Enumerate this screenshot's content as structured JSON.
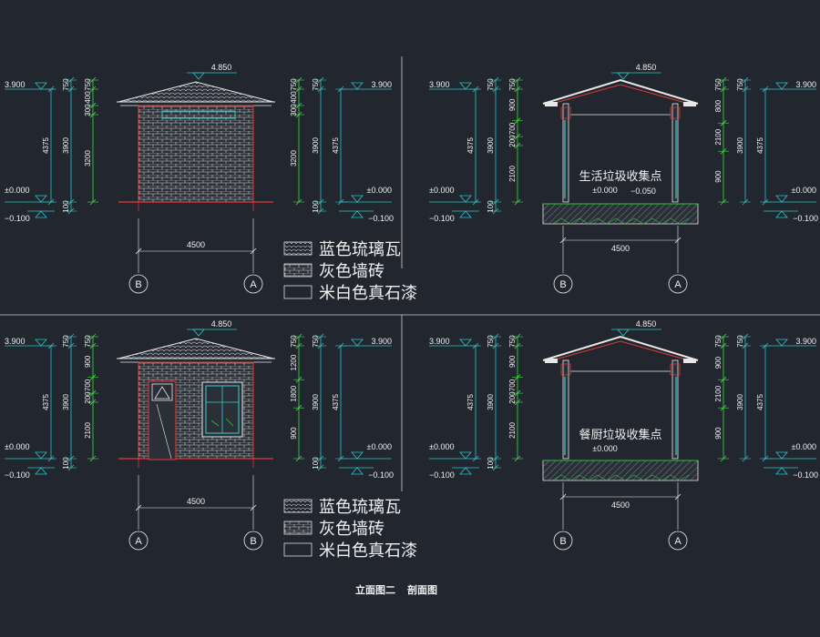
{
  "colors": {
    "background": "#21262f",
    "dim": "#28c7c7",
    "dim_green": "#3fe03f",
    "level_text": "#f0f0f0",
    "wall": "#e53935",
    "brick": "#d8d8d8",
    "roof": "#e8e8e8",
    "glass": "#35d0d0",
    "section_hatch": "#5a6b6f",
    "ground_green": "#2fbf3a"
  },
  "elevation_top_left": {
    "ridge_level": "4.850",
    "left_level": "3.900",
    "right_level": "3.900",
    "zero_left": "±0.000",
    "zero_right": "±0.000",
    "ground_left": "−0.100",
    "ground_right": "−0.100",
    "width": "4500",
    "axis_left": "B",
    "axis_right": "A",
    "left_dims_outer": [
      "4375"
    ],
    "left_dims_mid": [
      "750",
      "3900",
      "100"
    ],
    "left_dims_inner": [
      "750",
      "400",
      "300",
      "3200"
    ],
    "right_dims_inner": [
      "750",
      "400",
      "300",
      "3200"
    ],
    "right_dims_mid": [
      "750",
      "3900",
      "100"
    ],
    "right_dims_outer": [
      "4375"
    ]
  },
  "section_top_right": {
    "ridge_level": "4.850",
    "left_level": "3.900",
    "right_level": "3.900",
    "zero_left": "±0.000",
    "zero_right": "±0.000",
    "ground_left": "−0.100",
    "ground_right": "−0.100",
    "room_name": "生活垃圾收集点",
    "floor_level": "±0.000",
    "floor_level_b": "−0.050",
    "width": "4500",
    "axis_left": "B",
    "axis_right": "A",
    "left_dims_outer": [
      "4375"
    ],
    "left_dims_mid": [
      "750",
      "3900",
      "100"
    ],
    "left_dims_inner": [
      "750",
      "900",
      "700",
      "200",
      "2100"
    ],
    "right_dims_inner": [
      "750",
      "800",
      "2100",
      "900"
    ],
    "right_dims_mid": [
      "750",
      "3900"
    ],
    "right_dims_outer": [
      "4375"
    ]
  },
  "elevation_bottom_left": {
    "ridge_level": "4.850",
    "left_level": "3.900",
    "right_level": "3.900",
    "zero_left": "±0.000",
    "zero_right": "±0.000",
    "ground_left": "−0.100",
    "ground_right": "−0.100",
    "width": "4500",
    "axis_left": "A",
    "axis_right": "B",
    "left_dims_outer": [
      "4375"
    ],
    "left_dims_mid": [
      "750",
      "3900",
      "100"
    ],
    "left_dims_inner": [
      "750",
      "900",
      "700",
      "200",
      "2100"
    ],
    "right_dims_inner": [
      "750",
      "1200",
      "1800",
      "900"
    ],
    "right_dims_mid": [
      "750",
      "3900",
      "100"
    ],
    "right_dims_outer": [
      "4375"
    ]
  },
  "section_bottom_right": {
    "ridge_level": "4.850",
    "left_level": "3.900",
    "right_level": "3.900",
    "zero_left": "±0.000",
    "zero_right": "±0.000",
    "ground_left": "−0.100",
    "ground_right": "−0.100",
    "room_name": "餐厨垃圾收集点",
    "floor_level": "±0.000",
    "width": "4500",
    "axis_left": "B",
    "axis_right": "A",
    "left_dims_outer": [
      "4375"
    ],
    "left_dims_mid": [
      "750",
      "3900",
      "100"
    ],
    "left_dims_inner": [
      "750",
      "900",
      "700",
      "200",
      "2100"
    ],
    "right_dims_inner": [
      "750",
      "900",
      "2100",
      "900"
    ],
    "right_dims_mid": [
      "750",
      "3900"
    ],
    "right_dims_outer": [
      "4375"
    ]
  },
  "legend_top": [
    {
      "label": "蓝色琉璃瓦",
      "pattern": "tile"
    },
    {
      "label": "灰色墙砖",
      "pattern": "brick"
    },
    {
      "label": "米白色真石漆",
      "pattern": "plain"
    }
  ],
  "legend_bottom": [
    {
      "label": "蓝色琉璃瓦",
      "pattern": "tile"
    },
    {
      "label": "灰色墙砖",
      "pattern": "brick"
    },
    {
      "label": "米白色真石漆",
      "pattern": "plain"
    }
  ],
  "caption": {
    "part1": "立面图二",
    "part2": "剖面图"
  }
}
